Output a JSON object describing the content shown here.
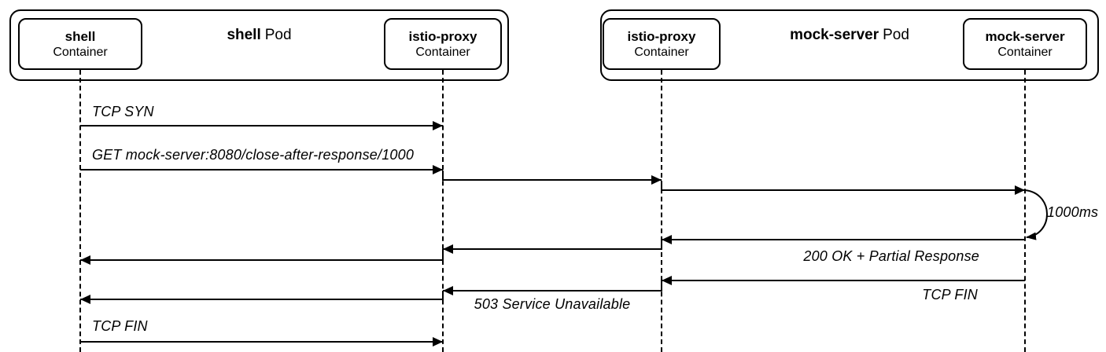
{
  "pods": [
    {
      "name": "shell",
      "type_label": "Pod"
    },
    {
      "name": "mock-server",
      "type_label": "Pod"
    }
  ],
  "containers": [
    {
      "name": "shell",
      "type_label": "Container",
      "pod": "shell"
    },
    {
      "name": "istio-proxy",
      "type_label": "Container",
      "pod": "shell"
    },
    {
      "name": "istio-proxy",
      "type_label": "Container",
      "pod": "mock-server"
    },
    {
      "name": "mock-server",
      "type_label": "Container",
      "pod": "mock-server"
    }
  ],
  "messages": [
    {
      "label": "TCP SYN",
      "from": "shell",
      "to": "istio-proxy (shell pod)"
    },
    {
      "label": "GET mock-server:8080/close-after-response/1000",
      "from": "shell",
      "to": "istio-proxy (shell pod)"
    },
    {
      "label": "",
      "from": "istio-proxy (shell pod)",
      "to": "istio-proxy (mock-server pod)"
    },
    {
      "label": "",
      "from": "istio-proxy (mock-server pod)",
      "to": "mock-server"
    },
    {
      "label": "1000ms",
      "type": "self-processing",
      "actor": "mock-server"
    },
    {
      "label": "200 OK + Partial Response",
      "from": "mock-server",
      "to": "istio-proxy (mock-server pod)"
    },
    {
      "label": "",
      "from": "istio-proxy (mock-server pod)",
      "to": "istio-proxy (shell pod)"
    },
    {
      "label": "",
      "from": "istio-proxy (shell pod)",
      "to": "shell"
    },
    {
      "label": "TCP FIN",
      "from": "mock-server",
      "to": "istio-proxy (mock-server pod)"
    },
    {
      "label": "503 Service Unavailable",
      "from": "istio-proxy (mock-server pod)",
      "to": "istio-proxy (shell pod)"
    },
    {
      "label": "",
      "from": "istio-proxy (shell pod)",
      "to": "shell"
    },
    {
      "label": "TCP FIN",
      "from": "shell",
      "to": "istio-proxy (shell pod)"
    }
  ],
  "colors": {
    "line": "#000000",
    "background": "#ffffff"
  }
}
